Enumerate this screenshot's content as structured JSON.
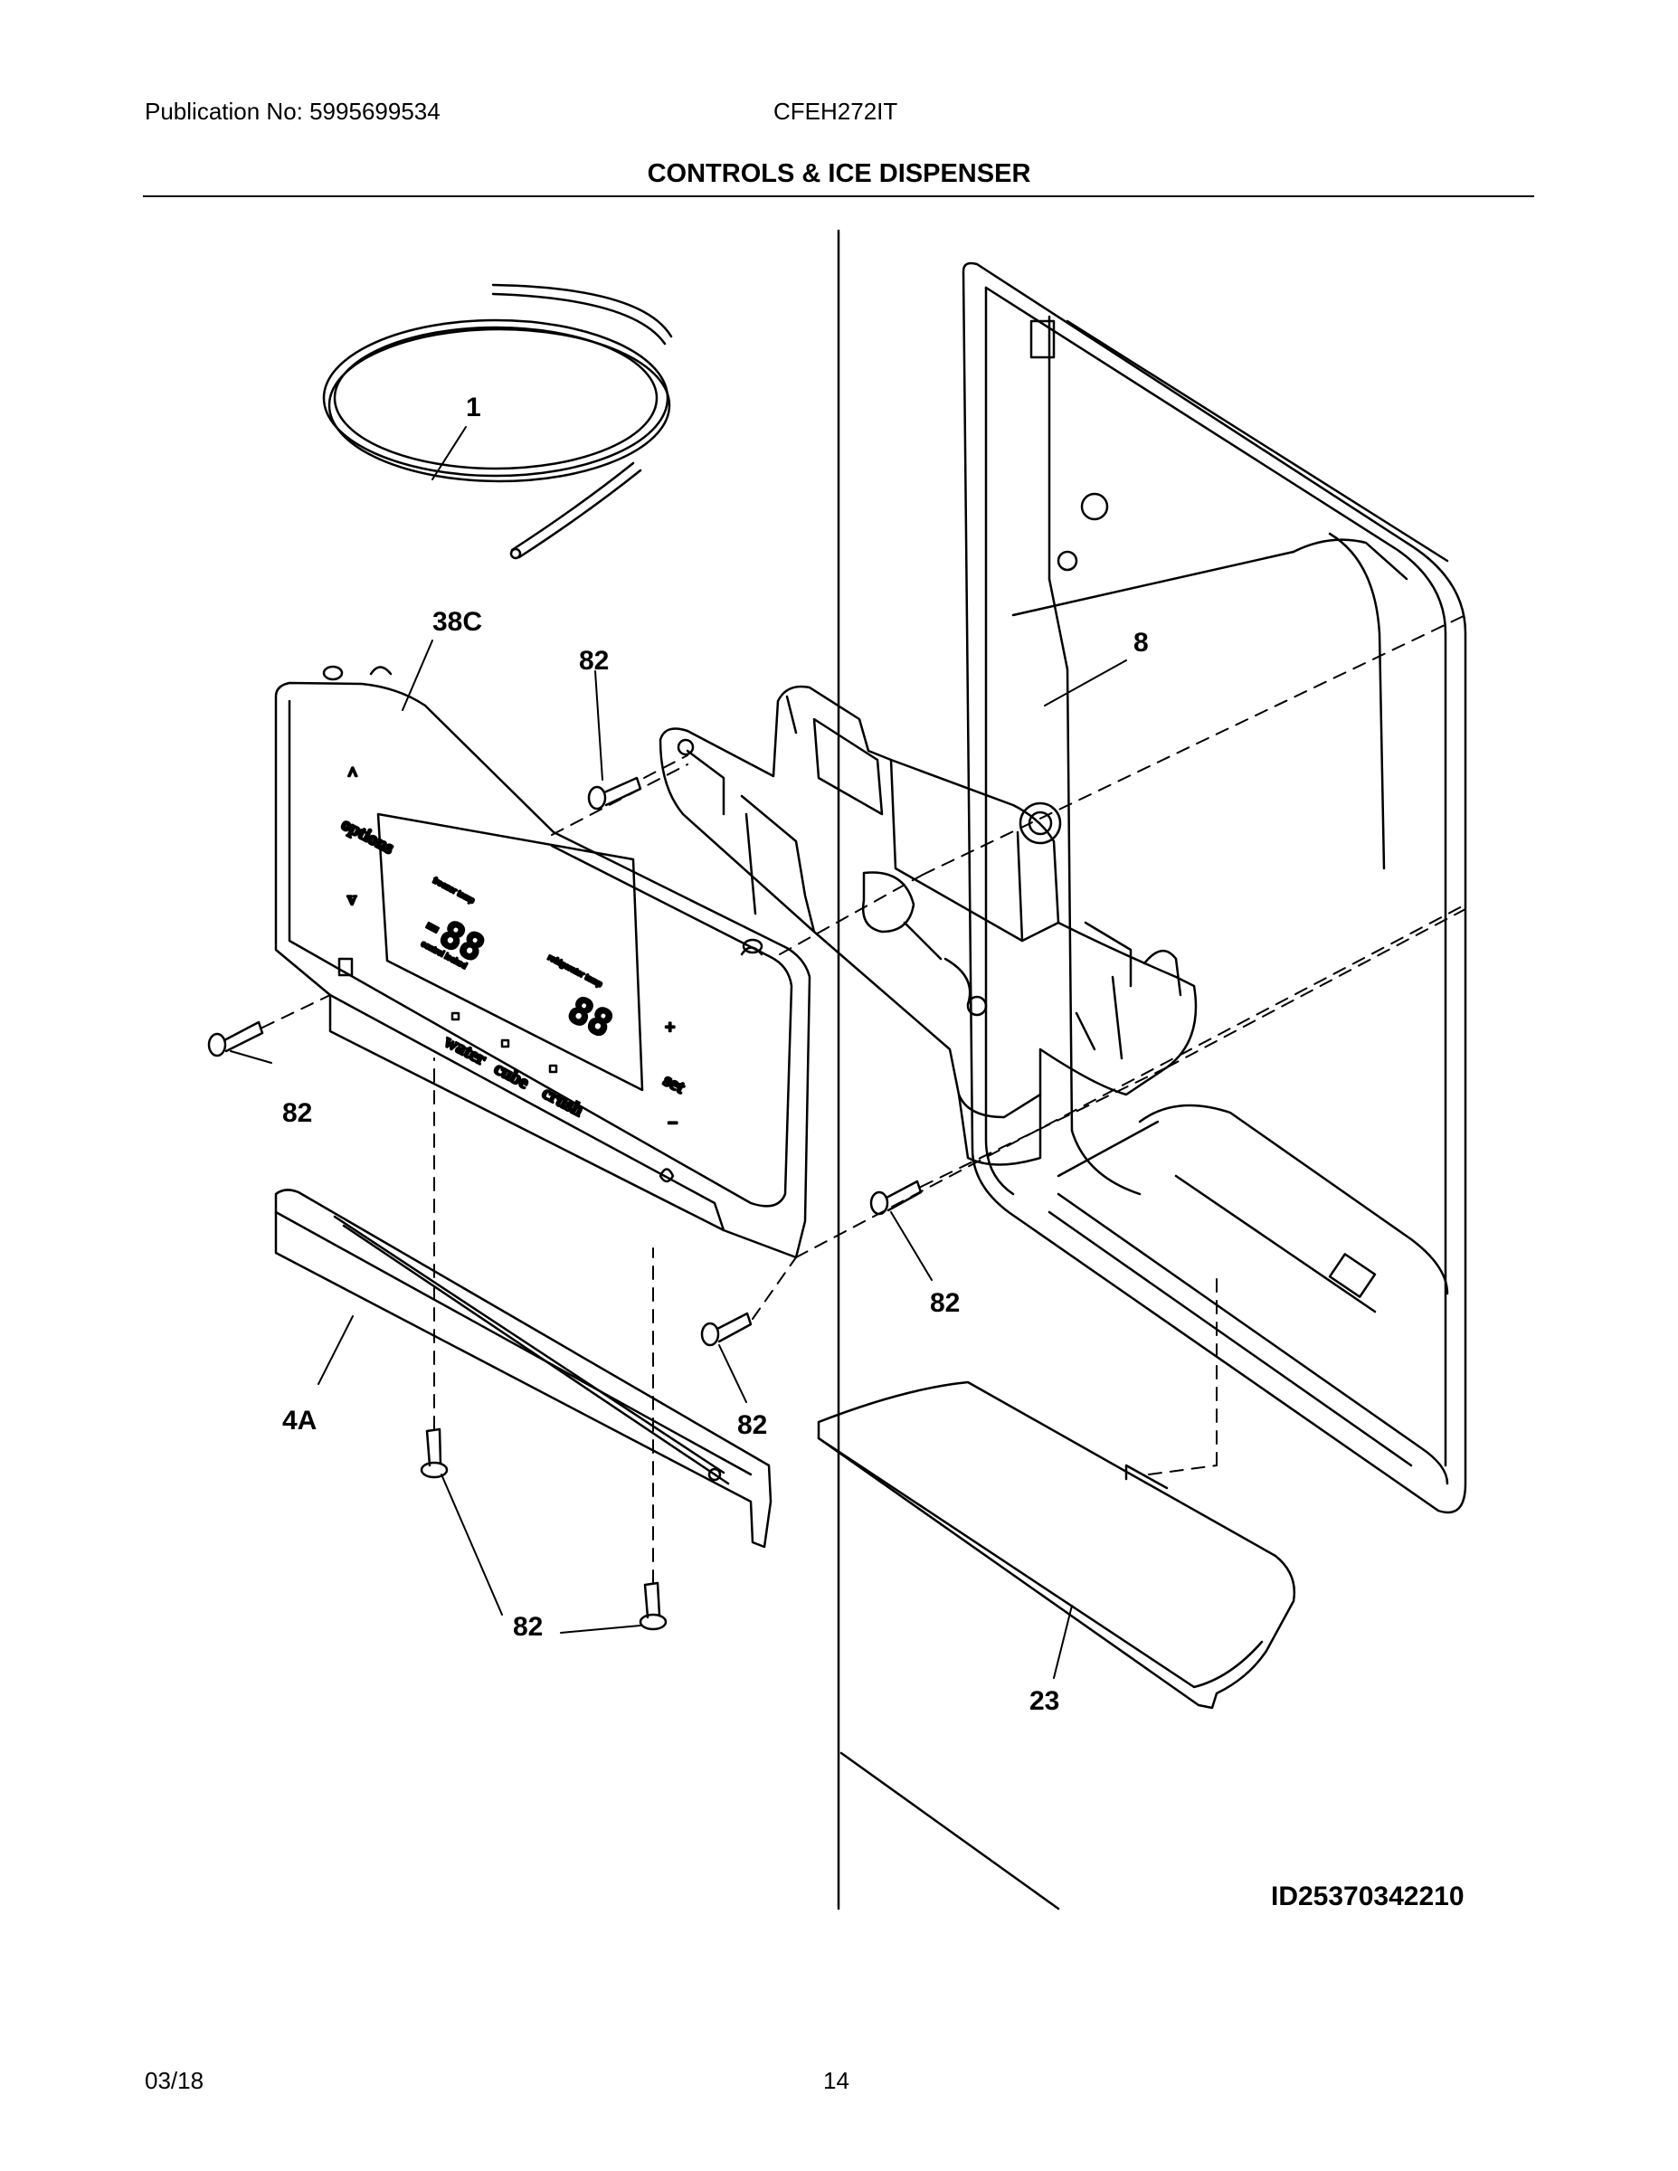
{
  "header": {
    "publication": "Publication No: 5995699534",
    "model": "CFEH272IT",
    "title": "CONTROLS & ICE DISPENSER"
  },
  "callouts": {
    "tubing": "1",
    "control_panel": "38C",
    "screw_top": "82",
    "dispenser_assembly": "8",
    "screw_left": "82",
    "screw_mid_right": "82",
    "screw_lower_mid": "82",
    "trim": "4A",
    "screw_bottom": "82",
    "drip_tray": "23"
  },
  "panel_labels": {
    "options": "options",
    "water": "water",
    "cube": "cube",
    "crush": "crush",
    "set": "set",
    "plus": "+",
    "minus": "−",
    "up": "^",
    "down": "v",
    "freezer_temp": "freezer temp",
    "refrigerator_temp": "refrigerator temp",
    "control_locked": "control locked",
    "display": "-88",
    "display2": "88"
  },
  "diagram_id": "ID25370342210",
  "footer": {
    "date": "03/18",
    "page": "14"
  }
}
